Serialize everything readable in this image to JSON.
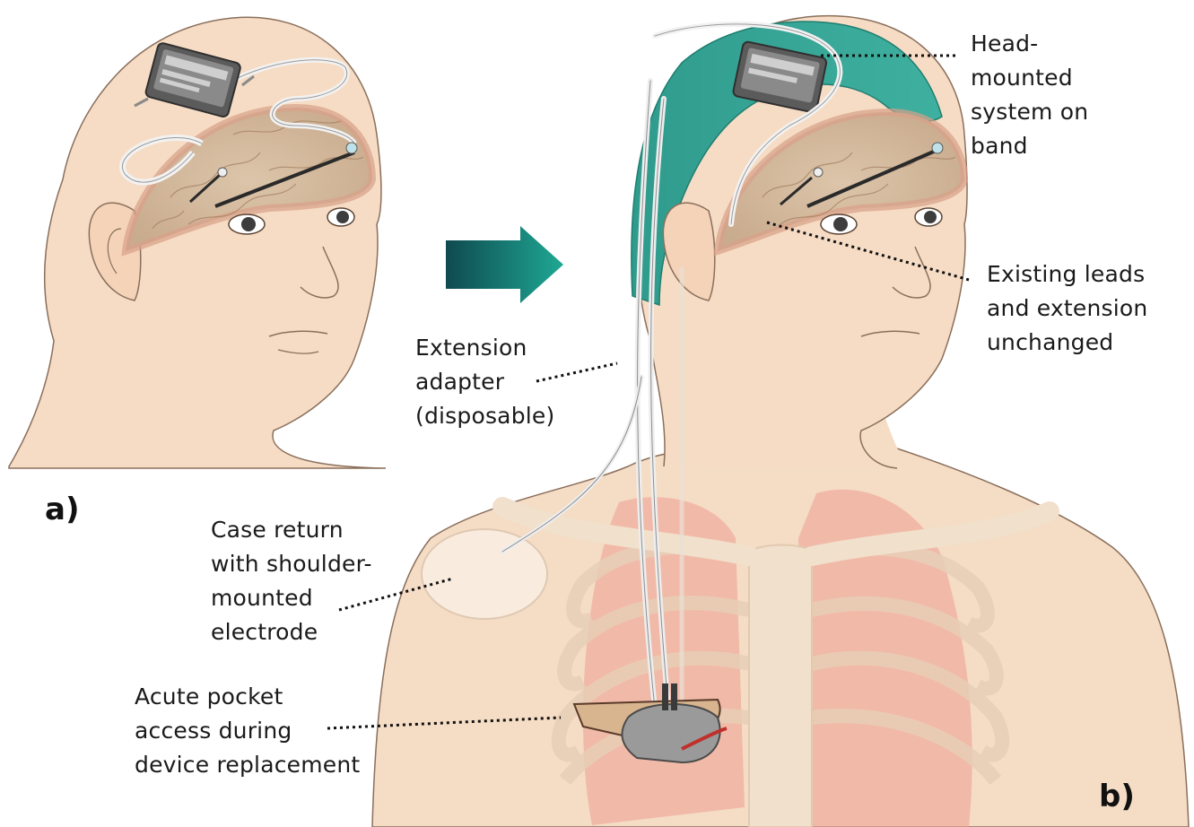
{
  "panels": {
    "a": "a)",
    "b": "b)"
  },
  "labels": {
    "head_mounted": [
      "Head-",
      "mounted",
      "system on",
      "band"
    ],
    "existing_leads": [
      "Existing leads",
      "and extension",
      "unchanged"
    ],
    "extension_adapter": [
      "Extension",
      "adapter",
      "(disposable)"
    ],
    "case_return": [
      "Case return",
      "with shoulder-",
      "mounted",
      "electrode"
    ],
    "pocket_access": [
      "Acute pocket",
      "access during",
      "device replacement"
    ]
  },
  "colors": {
    "skin": "#f6dcc4",
    "skin_outline": "#8a6f5c",
    "brain": "#d9c2a8",
    "head_band": "#3aa597",
    "lung": "#ec9f8f",
    "bone": "#f1e0cc",
    "arrow_dark": "#0e4a4f",
    "arrow_light": "#1a9b8a",
    "lead_wire": "#f4f4f4",
    "device": "#4a4a4a"
  },
  "icons": [
    "right-arrow-icon",
    "stimulator-device-icon",
    "electrode-lead-icon"
  ]
}
